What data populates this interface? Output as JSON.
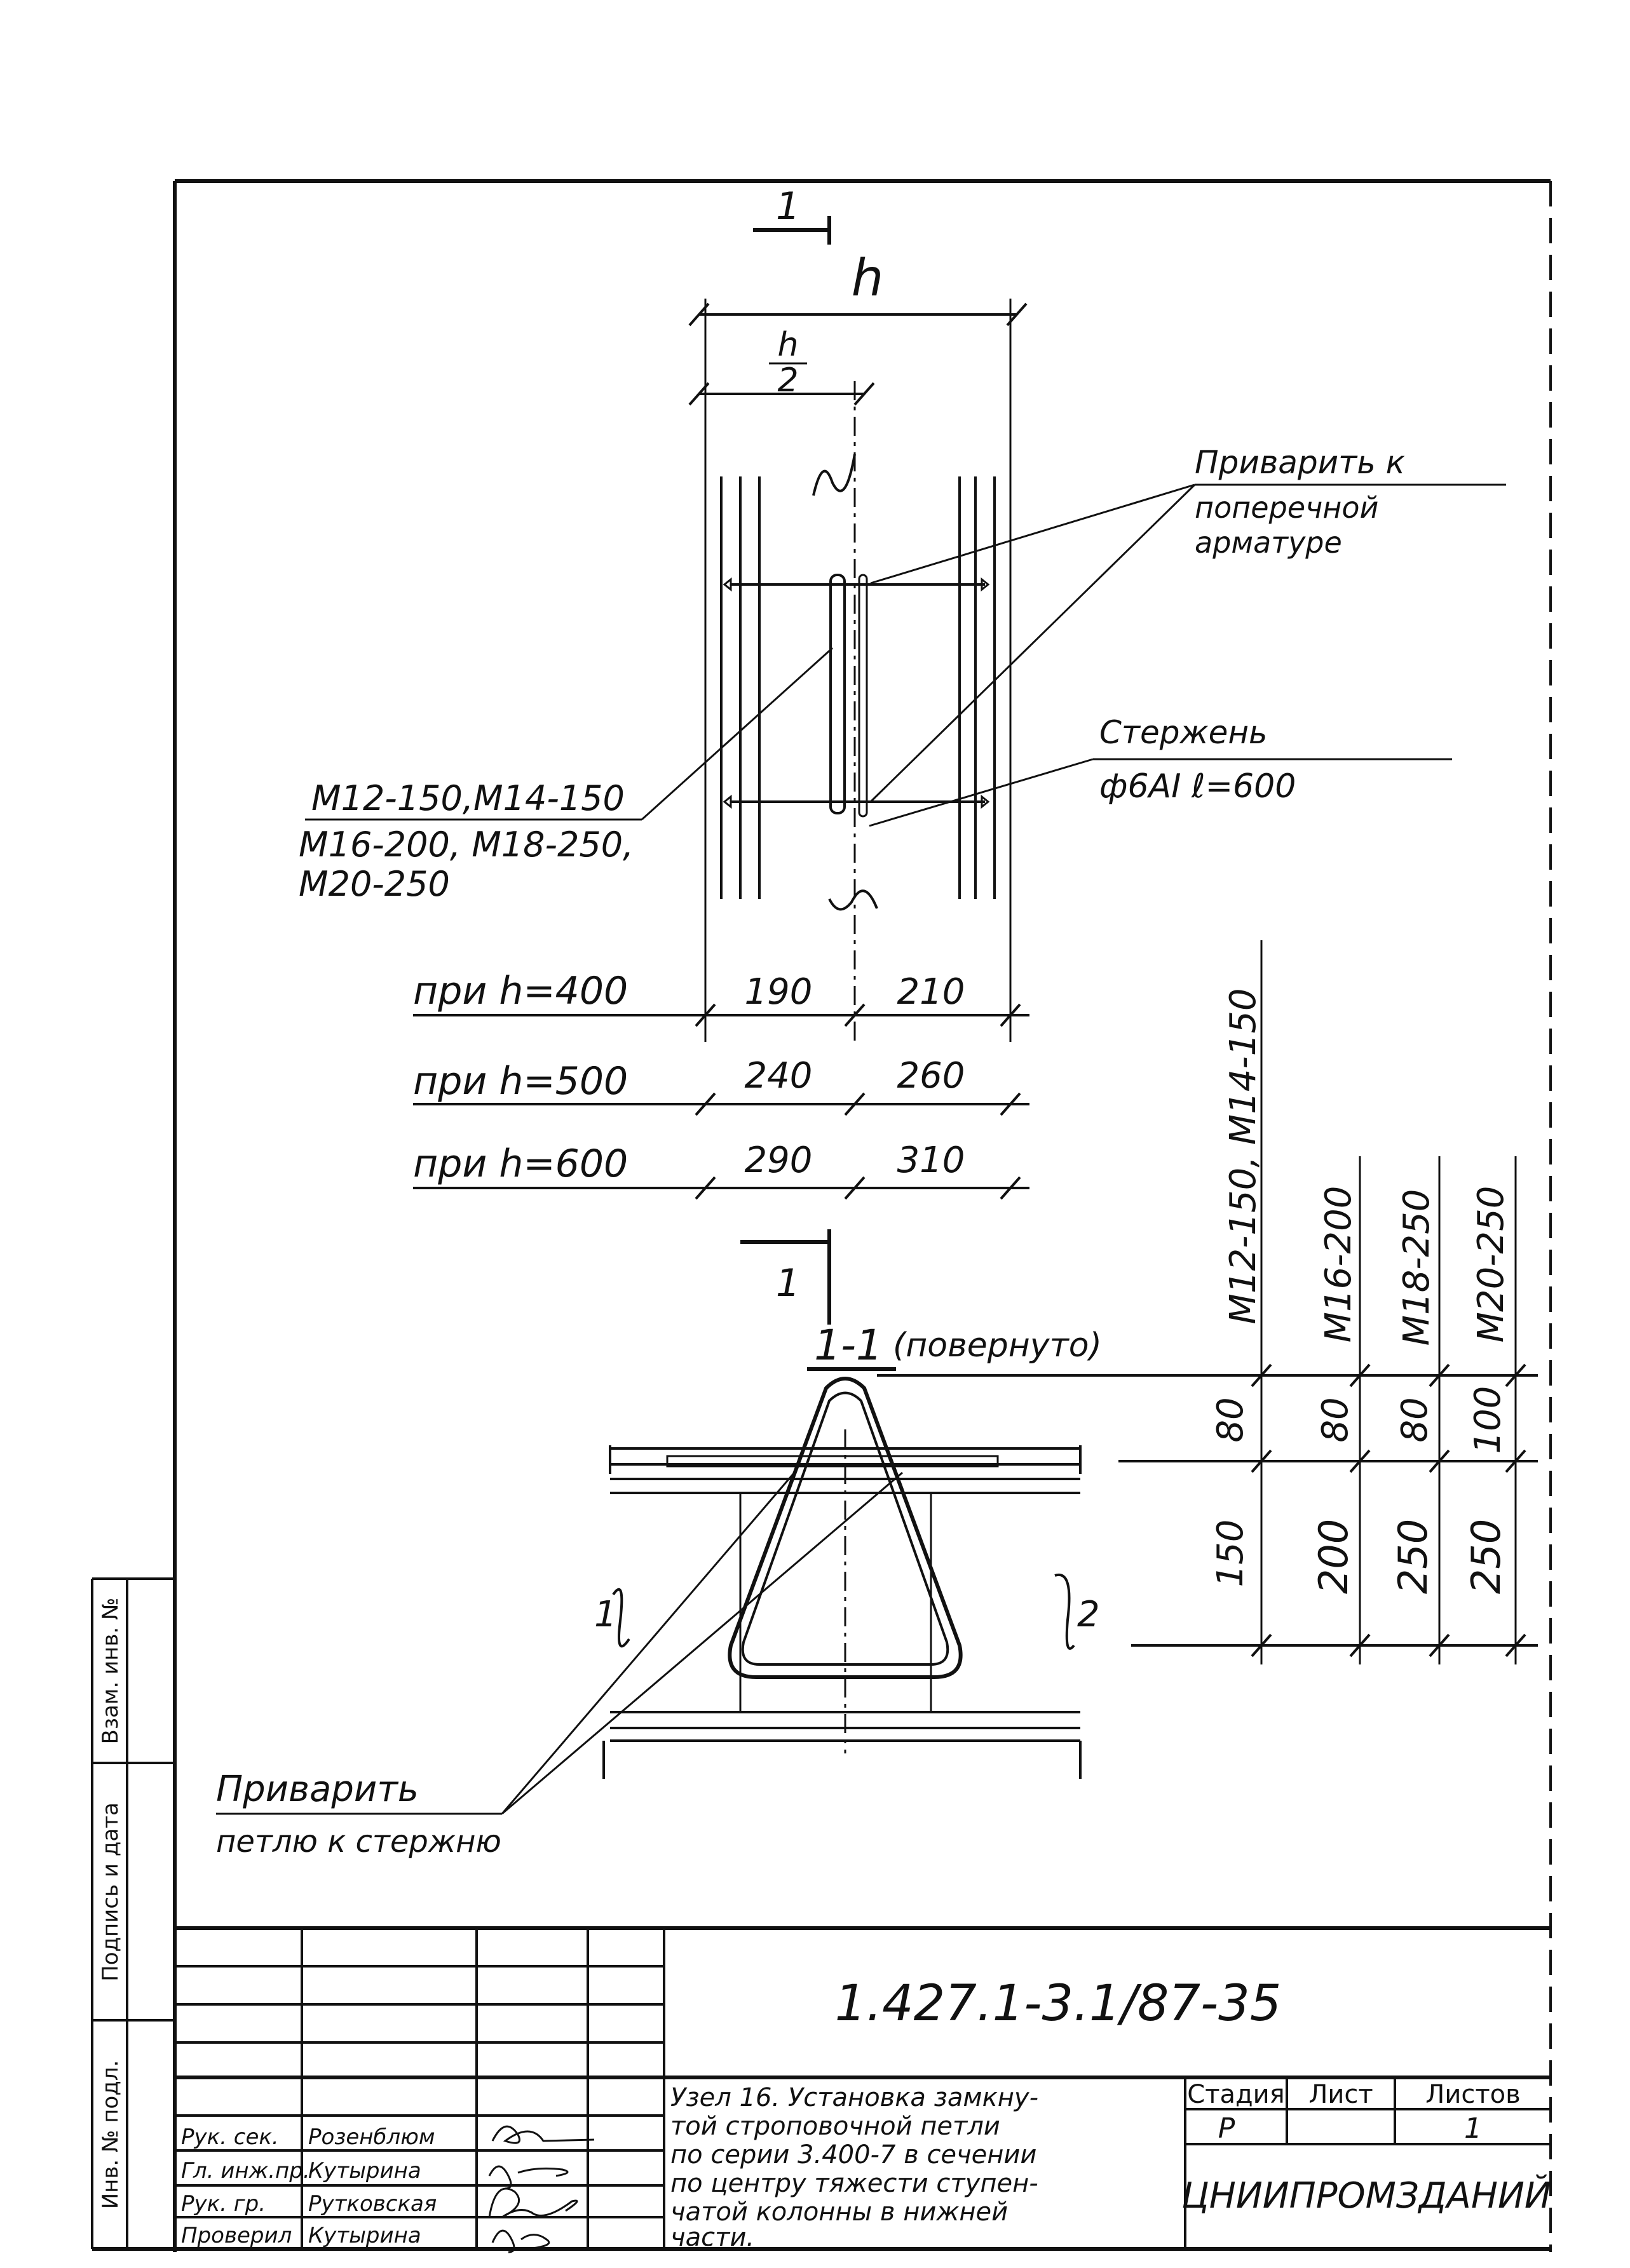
{
  "section_mark": "1",
  "dims": {
    "h": "h",
    "h_half_num": "h",
    "h_half_den": "2"
  },
  "callouts": {
    "weld_label_1": "Приварить к",
    "weld_label_2": "поперечной",
    "weld_label_3": "арматуре",
    "rod_label_1": "Стержень",
    "rod_label_2": "ф6АI  ℓ=600",
    "grades_1": "М12-150,М14-150",
    "grades_2": "М16-200, М18-250,",
    "grades_3": "М20-250",
    "loop_label_1": "Приварить",
    "loop_label_2": "петлю к стержню"
  },
  "table": {
    "rows": [
      {
        "label": "при h=400",
        "a": "190",
        "b": "210"
      },
      {
        "label": "при h=500",
        "a": "240",
        "b": "260"
      },
      {
        "label": "при h=600",
        "a": "290",
        "b": "310"
      }
    ]
  },
  "section": {
    "title": "1-1",
    "note": "(повернуто)",
    "break_left": "1",
    "break_right": "2"
  },
  "side_table": {
    "columns": [
      {
        "grade": "М12-150, М14-150",
        "top": "80",
        "bottom": "150"
      },
      {
        "grade": "М16-200",
        "top": "80",
        "bottom": "200"
      },
      {
        "grade": "М18-250",
        "top": "80",
        "bottom": "250"
      },
      {
        "grade": "М20-250",
        "top": "100",
        "bottom": "250"
      }
    ]
  },
  "side_stamp": {
    "s1": "Взам. инв. №",
    "s2": "Подпись и дата",
    "s3": "Инв. № подл."
  },
  "title_block": {
    "doc_code": "1.427.1-3.1/87-35",
    "title_lines": [
      "Узел 16. Установка замкну-",
      "той строповочной петли",
      "по серии 3.400-7 в сечении",
      "по центру тяжести ступен-",
      "чатой колонны в нижней",
      "части."
    ],
    "stage_header": "Стадия",
    "sheet_header": "Лист",
    "sheets_header": "Листов",
    "stage": "Р",
    "sheets": "1",
    "org": "ЦНИИПРОМЗДАНИЙ",
    "people": [
      {
        "role": "Рук. сек.",
        "name": "Розенблюм"
      },
      {
        "role": "Гл. инж.пр.",
        "name": "Кутырина"
      },
      {
        "role": "Рук. гр.",
        "name": "Рутковская"
      },
      {
        "role": "Проверил",
        "name": "Кутырина"
      }
    ]
  }
}
